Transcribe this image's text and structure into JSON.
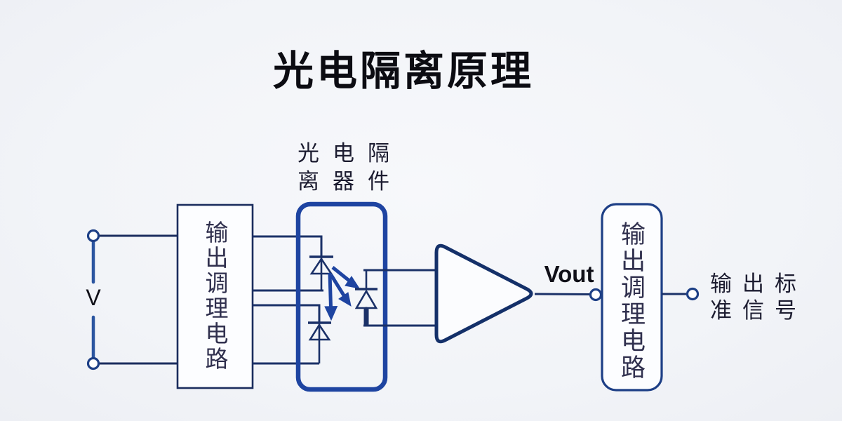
{
  "title": "光电隔离原理",
  "source": {
    "label": "V"
  },
  "input_box": {
    "label": "输出调理电路"
  },
  "optocoupler": {
    "label_line1": "光电隔",
    "label_line2": "离器件"
  },
  "amplifier": {
    "output_label": "Vout"
  },
  "output_box": {
    "label": "输出调理电路"
  },
  "output_signal": {
    "line1": "输出标",
    "line2": "准信号"
  },
  "colors": {
    "background": "#f2f4f8",
    "wire": "#1b3168",
    "source_wire": "#2b55a0",
    "optocoupler_border": "#1e44a1",
    "amplifier_border": "#143069",
    "box_border": "#1d3f86",
    "box_fill": "#fcfdff",
    "text": "#1c1c30"
  }
}
